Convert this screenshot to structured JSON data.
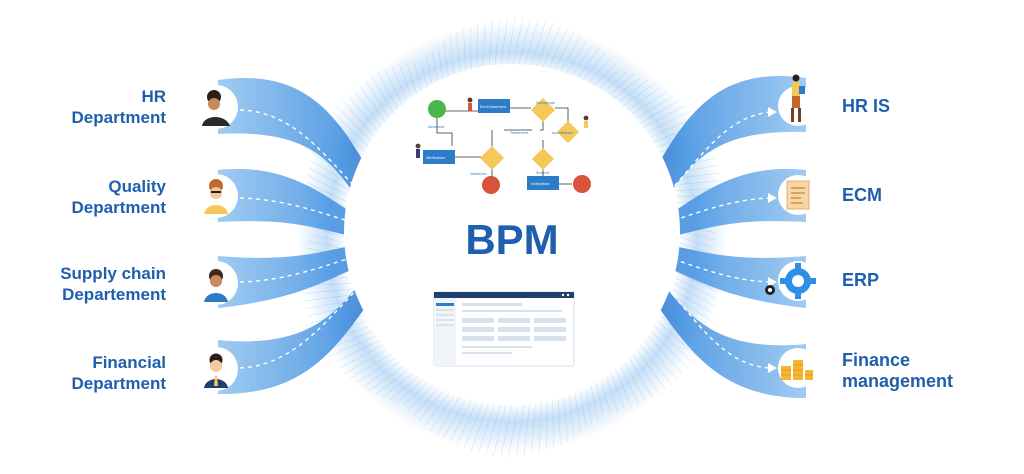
{
  "center": {
    "title": "BPM"
  },
  "left_labels": [
    {
      "line1": "HR",
      "line2": "Department"
    },
    {
      "line1": "Quality",
      "line2": "Department"
    },
    {
      "line1": "Supply chain",
      "line2": "Departement"
    },
    {
      "line1": "Financial",
      "line2": "Department"
    }
  ],
  "right_labels": [
    {
      "line1": "HR IS",
      "line2": ""
    },
    {
      "line1": "ECM",
      "line2": ""
    },
    {
      "line1": "ERP",
      "line2": ""
    },
    {
      "line1": "Finance",
      "line2": "management"
    }
  ],
  "flow_nodes": {
    "n1": "Enrichissement",
    "n2": "Demande",
    "n3": "Traitement",
    "n4": "Approbation",
    "n5": "Démarrage",
    "n6": "Vérification",
    "n7": "Validation",
    "n8": "Terminé",
    "n9": "Intégration"
  },
  "colors": {
    "brand_blue": "#1f5fae",
    "stream_light": "#8fc2ef",
    "stream_mid": "#4a9be6",
    "stream_dark": "#0c3ea6",
    "node_blue": "#2d7cc9",
    "diamond": "#f5c85a",
    "start_green": "#4cb64c",
    "end_red": "#d9533b"
  },
  "icons": {
    "left": [
      "woman-avatar-icon",
      "woman-glasses-avatar-icon",
      "man-avatar-icon",
      "man-suit-avatar-icon"
    ],
    "right": [
      "person-clipboard-icon",
      "document-icon",
      "gears-icon",
      "coins-icon"
    ]
  }
}
